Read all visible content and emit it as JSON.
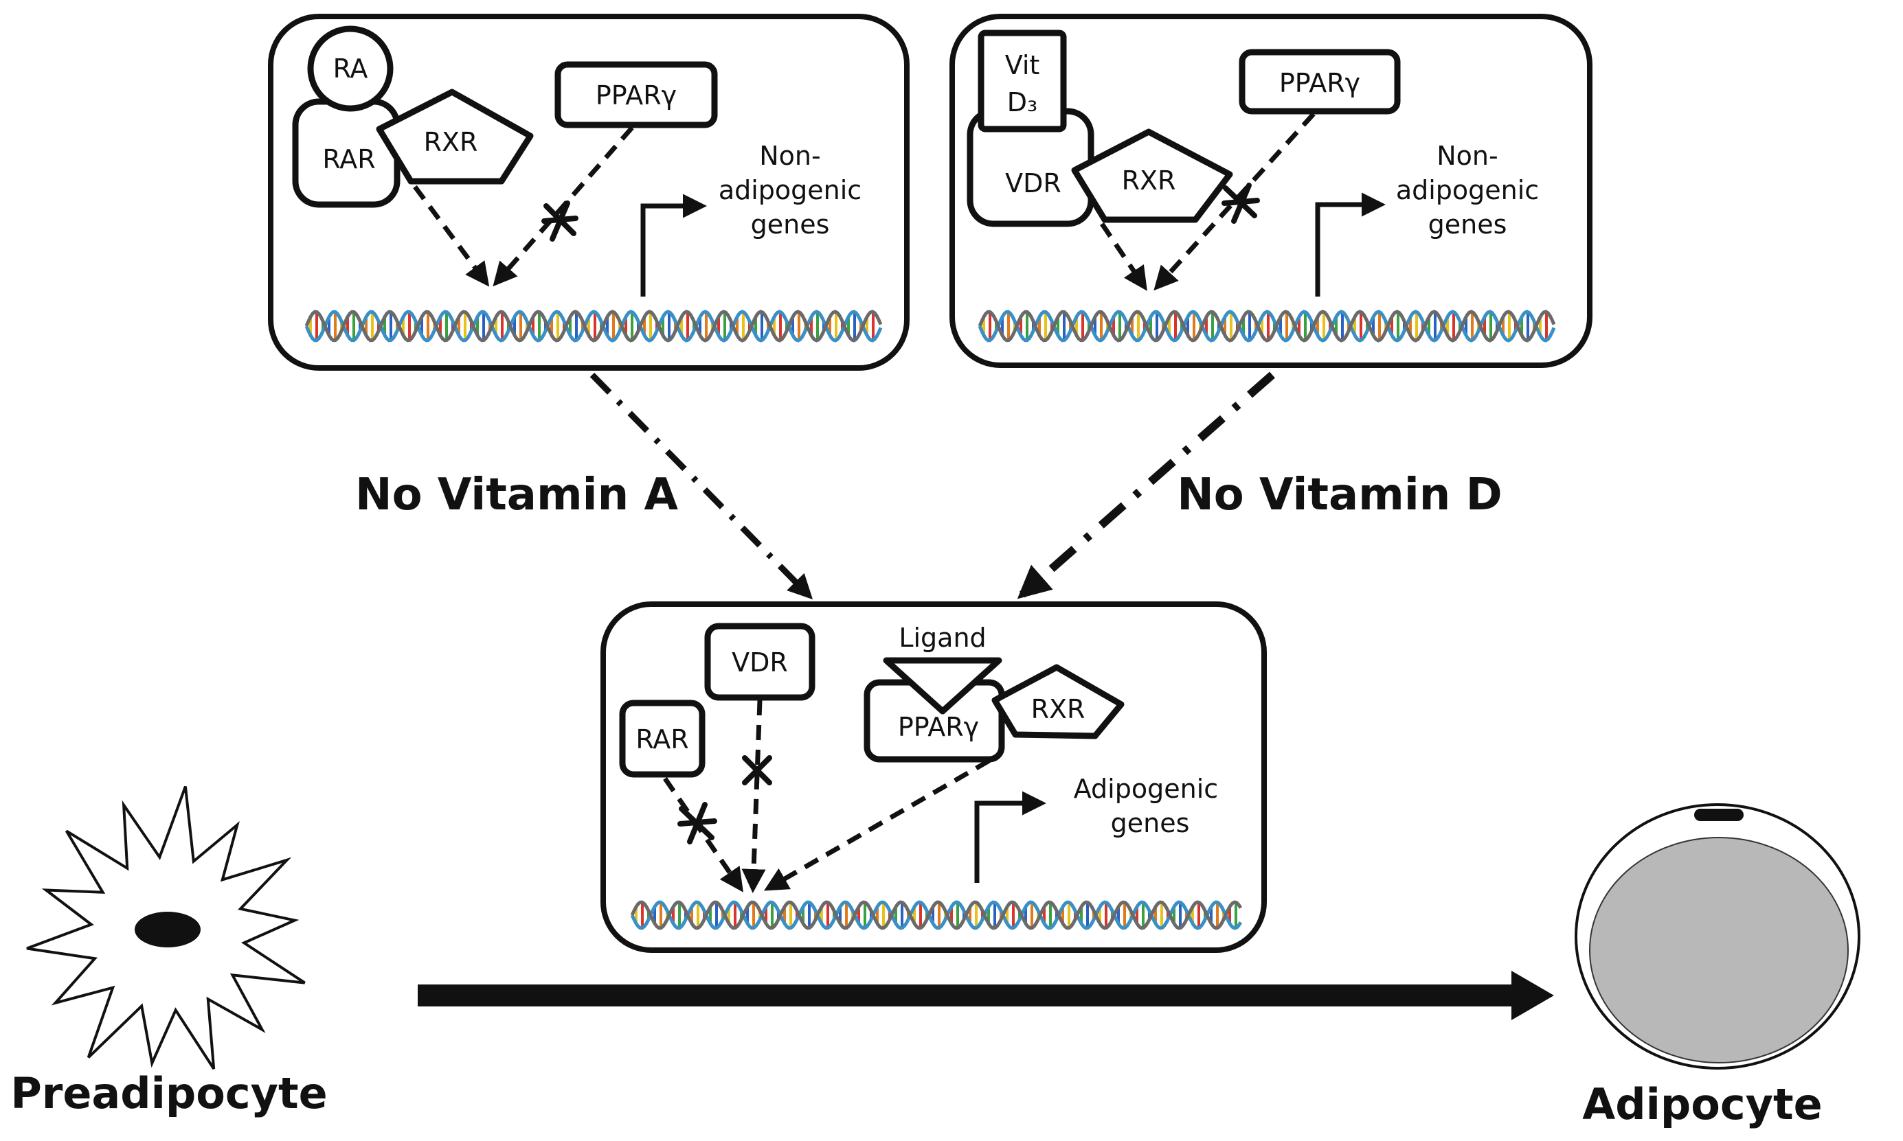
{
  "panels": {
    "vitA": {
      "ligand": "RA",
      "receptor": "RAR",
      "partner": "RXR",
      "blocked": "PPARγ",
      "genes": [
        "Non-",
        "adipogenic",
        "genes"
      ]
    },
    "vitD": {
      "ligand_line1": "Vit",
      "ligand_line2": "D₃",
      "receptor": "VDR",
      "partner": "RXR",
      "blocked": "PPARγ",
      "genes": [
        "Non-",
        "adipogenic",
        "genes"
      ]
    },
    "adipo": {
      "rar": "RAR",
      "vdr": "VDR",
      "ligand": "Ligand",
      "ppar": "PPARγ",
      "partner": "RXR",
      "genes": [
        "Adipogenic",
        "genes"
      ]
    }
  },
  "conditions": {
    "no_vit_a": "No Vitamin A",
    "no_vit_d": "No Vitamin D"
  },
  "cells": {
    "start": "Preadipocyte",
    "end": "Adipocyte"
  },
  "colors": {
    "outline": "#111111",
    "lipid": "#b8b8b8",
    "dna_strand_a": "#3a8fc4",
    "dna_strand_b": "#6a6a6a",
    "dna_rungs": [
      "#e8c21a",
      "#d8362b",
      "#3aa040",
      "#2a62c4",
      "#e07a1a"
    ]
  }
}
